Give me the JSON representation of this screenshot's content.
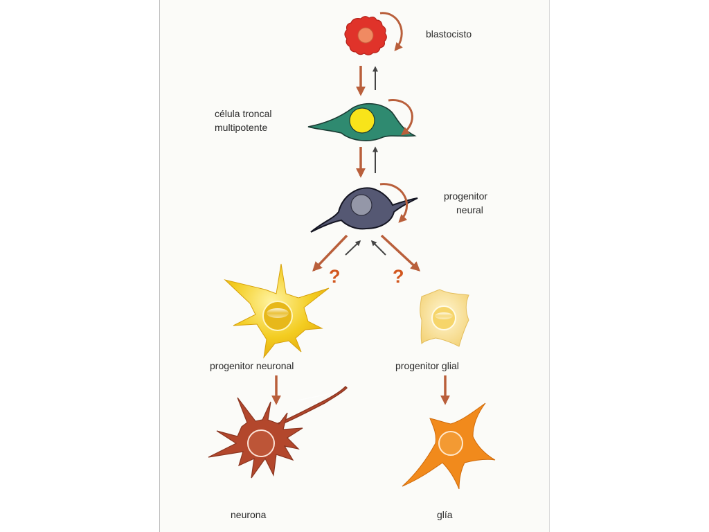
{
  "labels": {
    "blastocyst": "blastocisto",
    "multipotent_line1": "célula troncal",
    "multipotent_line2": "multipotente",
    "neural_progenitor_line1": "progenitor",
    "neural_progenitor_line2": "neural",
    "neuronal_progenitor": "progenitor neuronal",
    "glial_progenitor": "progenitor glial",
    "neuron": "neurona",
    "glia": "glía"
  },
  "question_marks": {
    "left": "?",
    "right": "?"
  },
  "colors": {
    "blastocyst": "#e0332a",
    "blastocyst_nucleus": "#f08a62",
    "multipotent": "#2f8a70",
    "multipotent_nucleus": "#f8e41a",
    "neural_progenitor": "#555873",
    "neural_progenitor_nucleus": "#9497a8",
    "neuronal_progenitor": "#f1c81c",
    "glial_progenitor": "#f8dc8a",
    "neuron": "#b3472c",
    "glia": "#f18a1c",
    "arrow_brown": "#b95f3b",
    "arrow_dark": "#444444",
    "question_mark": "#d2571f"
  }
}
